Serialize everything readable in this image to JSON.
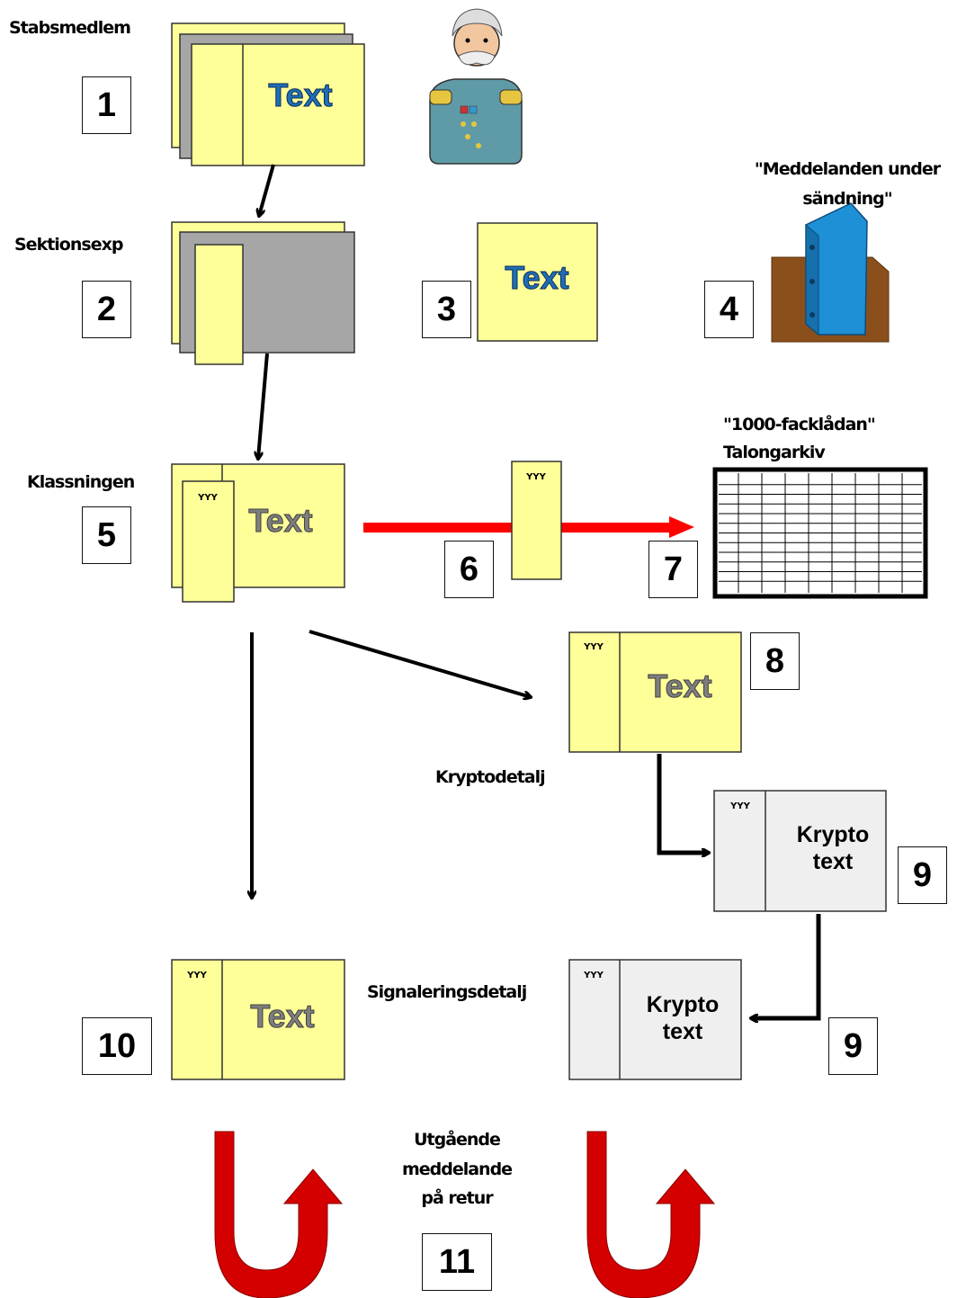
{
  "labels": {
    "stabsmedlem": "Stabsmedlem",
    "sektionsexp": "Sektionsexp",
    "klassningen": "Klassningen",
    "kryptodetalj": "Kryptodetalj",
    "signaleringsdetalj": "Signaleringsdetalj",
    "meddelanden_line1": "\"Meddelanden under",
    "meddelanden_line2": "sändning\"",
    "fack_line1": "\"1000-facklådan\"",
    "fack_line2": "Talongarkiv",
    "utgaende_line1": "Utgående",
    "utgaende_line2": "meddelande",
    "utgaende_line3": "på retur"
  },
  "numbers": {
    "n1": "1",
    "n2": "2",
    "n3": "3",
    "n4": "4",
    "n5": "5",
    "n6": "6",
    "n7": "7",
    "n8": "8",
    "n9a": "9",
    "n9b": "9",
    "n10": "10",
    "n11": "11"
  },
  "card_text": {
    "text": "Text",
    "tag": "YYY",
    "krypto_line1": "Krypto",
    "krypto_line2": "text"
  },
  "colors": {
    "paper_yellow": "#ffff99",
    "paper_gray": "#a6a6a6",
    "crypto_gray": "#efefef",
    "text_blue": "#1f6fb8",
    "text_gray": "#7f7f7f",
    "arrow_red": "#ff0000",
    "uturn_red": "#d40000"
  },
  "icons": {
    "officer": "officer-icon",
    "binder": "binder-icon",
    "archive": "archive-grid-icon"
  }
}
